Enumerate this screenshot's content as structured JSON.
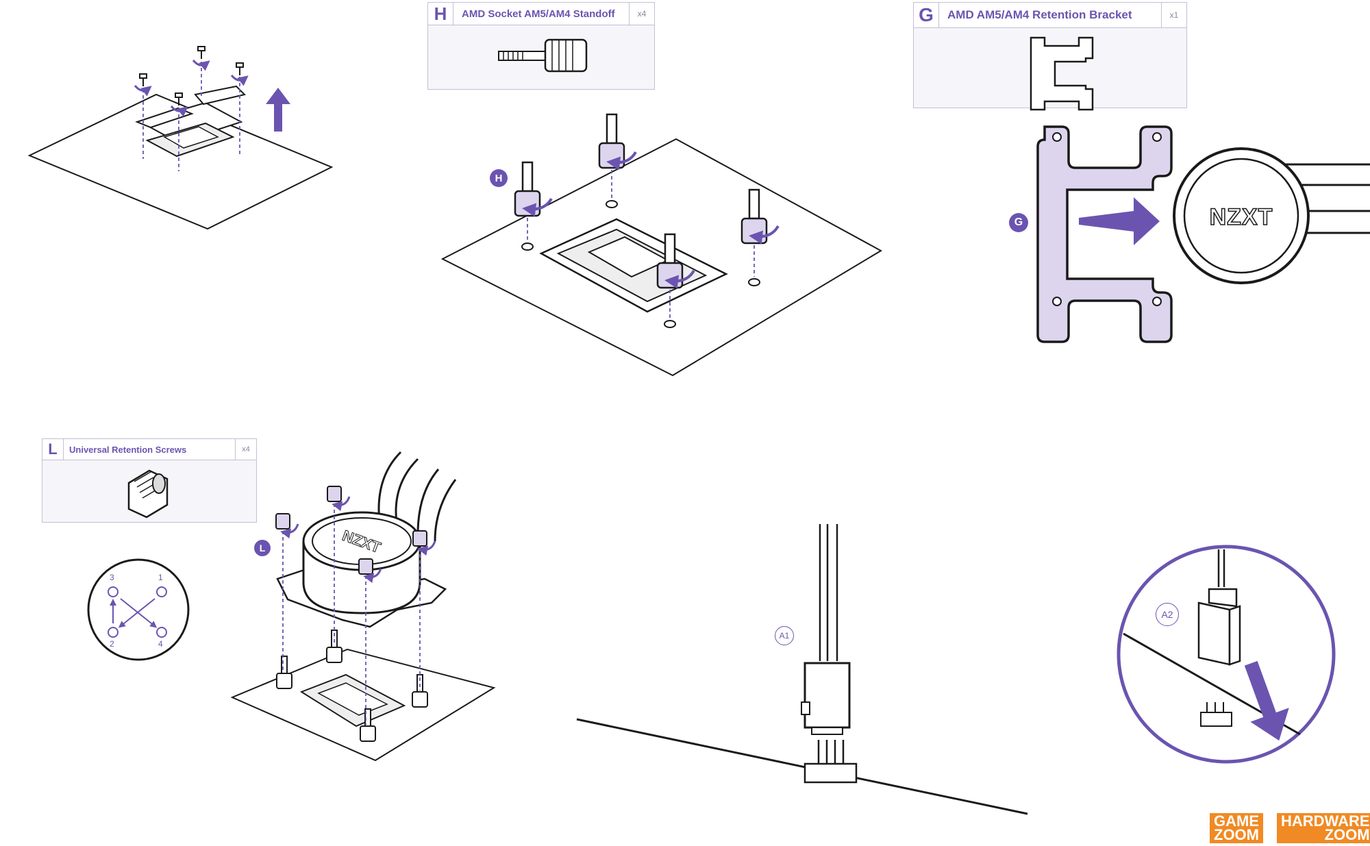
{
  "parts": {
    "H": {
      "letter": "H",
      "title": "AMD Socket AM5/AM4 Standoff",
      "qty": "x4"
    },
    "G": {
      "letter": "G",
      "title": "AMD AM5/AM4 Retention Bracket",
      "qty": "x1"
    },
    "L": {
      "letter": "L",
      "title": "Universal Retention Screws",
      "qty": "x4"
    }
  },
  "callouts": {
    "H": "H",
    "G": "G",
    "L": "L",
    "A1": "A1",
    "A2": "A2"
  },
  "pump_brand": "NZXT",
  "tighten_order": [
    "1",
    "2",
    "3",
    "4"
  ],
  "watermark": {
    "game": [
      "GAME",
      "ZOOM"
    ],
    "hardware": [
      "HARDWARE",
      "ZOOM"
    ]
  },
  "colors": {
    "accent": "#6b54b0",
    "accent_fill": "#ddd5ee",
    "line": "#1a1a1a",
    "logo": "#f08a24"
  }
}
